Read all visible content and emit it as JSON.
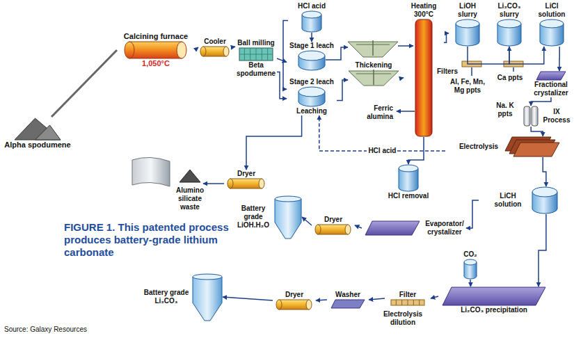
{
  "diagram": {
    "caption": "FIGURE 1. This patented process produces battery-grade lithium carbonate",
    "nodes": [
      {
        "text": [
          "Alpha spodumene"
        ]
      },
      {
        "text": [
          "Calcining furnace",
          "1,050°C"
        ]
      },
      {
        "text": [
          "Cooler"
        ]
      },
      {
        "text": [
          "Ball milling",
          "Beta spodumene"
        ]
      },
      {
        "text": [
          "HCl acid"
        ]
      },
      {
        "text": [
          "Stage 1 leach"
        ]
      },
      {
        "text": [
          "Stage 2 leach",
          "Leaching"
        ]
      },
      {
        "text": [
          "Thickening"
        ]
      },
      {
        "text": [
          "Heating 300°C"
        ]
      },
      {
        "text": [
          "LiOH slurry"
        ]
      },
      {
        "text": [
          "Li₂CO₃ slurry"
        ]
      },
      {
        "text": [
          "LiCl solution"
        ]
      },
      {
        "text": [
          "Fractional crystalizer"
        ]
      },
      {
        "text": [
          "IX Process"
        ]
      },
      {
        "text": [
          "Electrolysis"
        ]
      },
      {
        "text": [
          "HCl removal"
        ]
      },
      {
        "text": [
          "Dryer"
        ]
      },
      {
        "text": [
          "LiCH solution"
        ]
      },
      {
        "text": [
          "Evaporator/ crystalizer"
        ]
      },
      {
        "text": [
          "Dryer"
        ]
      },
      {
        "text": [
          "Battery grade LiOH.H₂O"
        ]
      },
      {
        "text": [
          "CO₂"
        ]
      },
      {
        "text": [
          "Li₂CO₃ precipitation"
        ]
      },
      {
        "text": [
          "Filter"
        ]
      },
      {
        "text": [
          "Washer"
        ]
      },
      {
        "text": [
          "Dryer"
        ]
      },
      {
        "text": [
          "Battery grade Li₂CO₃"
        ]
      }
    ],
    "edges": [
      {
        "from": 0,
        "to": 1,
        "arrow": "none"
      },
      {
        "from": 1,
        "to": 2,
        "arrow": "to"
      },
      {
        "from": 2,
        "to": 3,
        "arrow": "to"
      },
      {
        "from": 3,
        "to": 5,
        "arrow": "to"
      },
      {
        "from": 3,
        "to": 6,
        "arrow": "to"
      },
      {
        "from": 4,
        "to": 5,
        "arrow": "to"
      },
      {
        "from": 4,
        "to": 6,
        "arrow": "to"
      },
      {
        "from": 6,
        "to": 7,
        "arrow": "to"
      },
      {
        "from": 7,
        "to": 8,
        "arrow": "to"
      },
      {
        "from": 8,
        "to": 9,
        "arrow": "to"
      },
      {
        "from": 8,
        "to": 15,
        "arrow": "to"
      },
      {
        "from": 9,
        "to": 10,
        "arrow": "to"
      },
      {
        "from": 10,
        "to": 11,
        "arrow": "to"
      },
      {
        "from": 11,
        "to": 12,
        "arrow": "to"
      },
      {
        "from": 12,
        "to": 13,
        "arrow": "to"
      },
      {
        "from": 13,
        "to": 14,
        "arrow": "to"
      },
      {
        "from": 14,
        "to": 6,
        "label": "HCl acid",
        "arrow": "to"
      },
      {
        "from": 14,
        "to": 17,
        "arrow": "to"
      },
      {
        "from": 6,
        "to": 16,
        "arrow": "to"
      },
      {
        "from": 17,
        "to": 18,
        "arrow": "to"
      },
      {
        "from": 18,
        "to": 19,
        "arrow": "to"
      },
      {
        "from": 19,
        "to": 20,
        "arrow": "to"
      },
      {
        "from": 17,
        "to": 22,
        "arrow": "to"
      },
      {
        "from": 21,
        "to": 22,
        "arrow": "to"
      },
      {
        "from": 22,
        "to": 23,
        "arrow": "to"
      },
      {
        "from": 23,
        "to": 24,
        "arrow": "to"
      },
      {
        "from": 24,
        "to": 25,
        "arrow": "to"
      },
      {
        "from": 25,
        "to": 26,
        "arrow": "to"
      }
    ],
    "labels": [
      "Filters",
      "Al, Fe, Mn, Mg ppts",
      "Ca ppts",
      "Na. K ppts",
      "Ferric alumina",
      "Alumino silicate waste",
      "Electrolysis dilution",
      "Source: Galaxy Resources"
    ]
  }
}
